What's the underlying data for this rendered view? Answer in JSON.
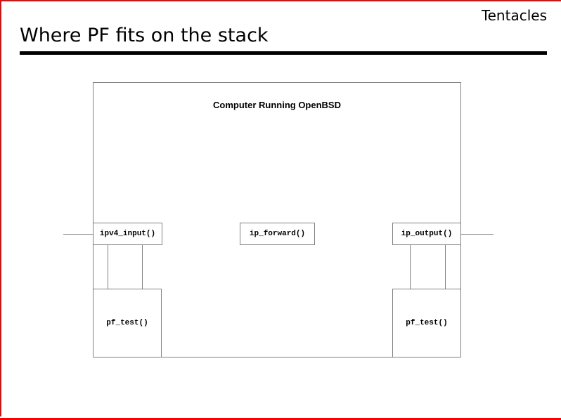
{
  "slide": {
    "corner_label": "Tentacles",
    "title": "Where PF fits on the stack"
  },
  "diagram": {
    "container_label": "Computer Running OpenBSD",
    "nodes": [
      {
        "id": "ipv4_input",
        "label": "ipv4_input()"
      },
      {
        "id": "ip_forward",
        "label": "ip_forward()"
      },
      {
        "id": "ip_output",
        "label": "ip_output()"
      },
      {
        "id": "pf_test_left",
        "label": "pf_test()"
      },
      {
        "id": "pf_test_right",
        "label": "pf_test()"
      }
    ]
  },
  "colors": {
    "accent": "#ff0000",
    "diagram_line": "#808080",
    "title_rule": "#000000"
  }
}
